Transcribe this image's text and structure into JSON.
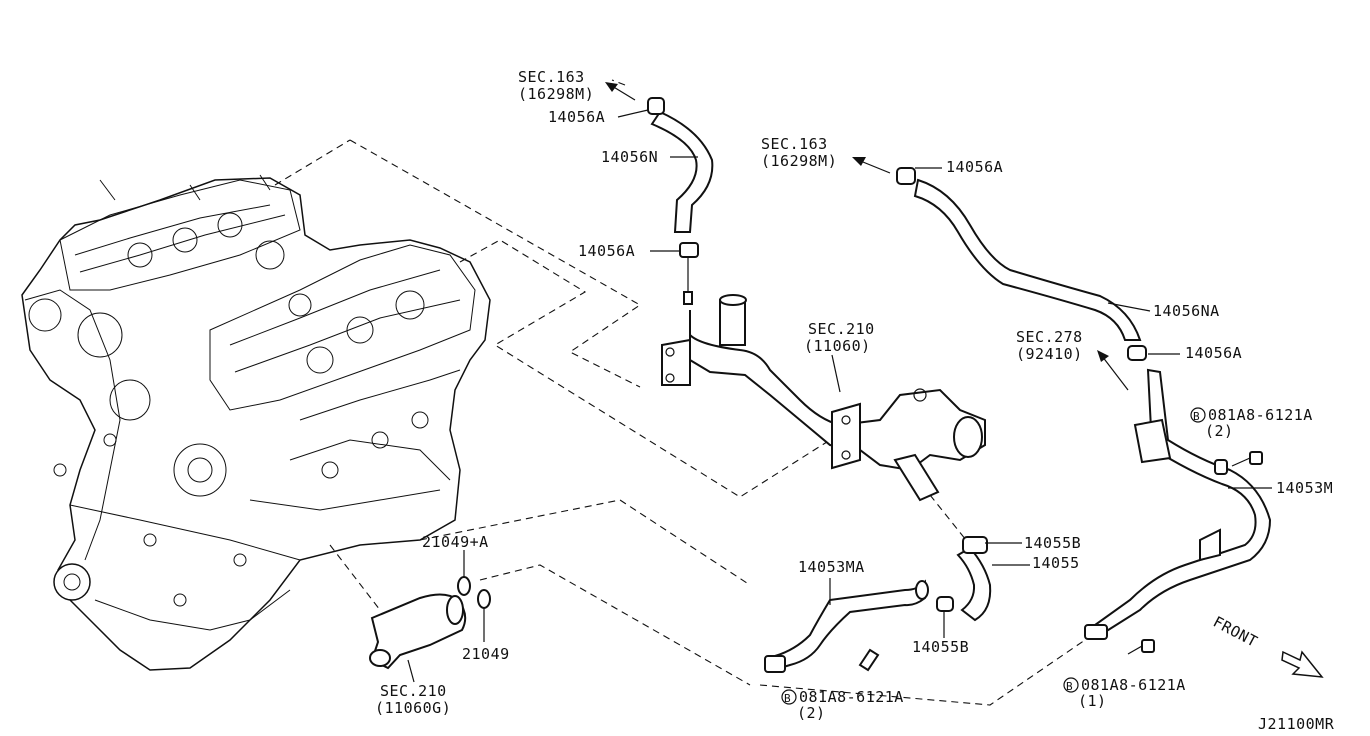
{
  "diagram_id": "J21100MR",
  "front_label": "FRONT",
  "labels": {
    "sec163_a": "SEC.163",
    "sec163_a_sub": "(16298M)",
    "sec163_b": "SEC.163",
    "sec163_b_sub": "(16298M)",
    "sec210_top": "SEC.210",
    "sec210_top_sub": "(11060)",
    "sec278": "SEC.278",
    "sec278_sub": "(92410)",
    "sec210_bottom": "SEC.210",
    "sec210_bottom_sub": "(11060G)",
    "p14056A_1": "14056A",
    "p14056N": "14056N",
    "p14056A_2": "14056A",
    "p14056A_3": "14056A",
    "p14056NA": "14056NA",
    "p14056A_4": "14056A",
    "bolt_1": "081A8-6121A",
    "bolt_1_qty": "(2)",
    "p14053M": "14053M",
    "p14055B_1": "14055B",
    "p14055": "14055",
    "p14055B_2": "14055B",
    "p14053MA": "14053MA",
    "p21049A": "21049+A",
    "p21049": "21049",
    "bolt_2": "081A8-6121A",
    "bolt_2_qty": "(2)",
    "bolt_3": "081A8-6121A",
    "bolt_3_qty": "(1)",
    "bolt_marker": "B"
  }
}
